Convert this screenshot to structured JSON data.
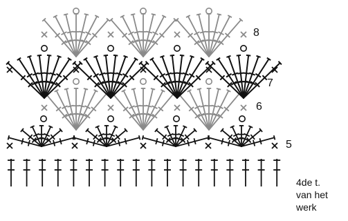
{
  "row_labels": {
    "row8": "8",
    "row7": "7",
    "row6": "6",
    "row5": "5"
  },
  "note": {
    "line1": "4de t.",
    "line2": "van het",
    "line3": "werk"
  },
  "colors": {
    "dark": "#111111",
    "gray": "#8a8a8a",
    "background": "#ffffff"
  },
  "symbols": [
    "single-crochet",
    "treble",
    "chain"
  ]
}
